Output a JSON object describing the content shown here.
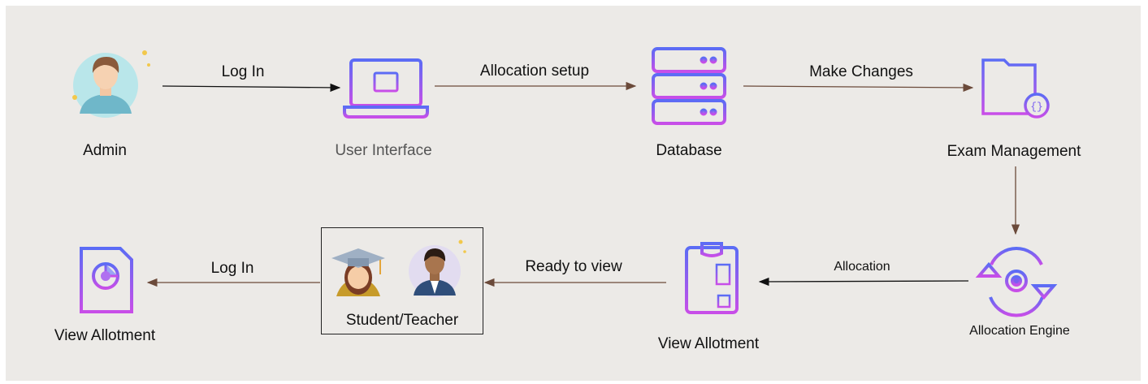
{
  "nodes": {
    "admin": "Admin",
    "user_interface": "User Interface",
    "database": "Database",
    "exam_management": "Exam Management",
    "allocation_engine": "Allocation Engine",
    "view_allotment_mid": "View Allotment",
    "student_teacher": "Student/Teacher",
    "view_allotment_left": "View Allotment"
  },
  "edges": {
    "login_top": "Log In",
    "allocation_setup": "Allocation setup",
    "make_changes": "Make Changes",
    "allocation": "Allocation",
    "ready_to_view": "Ready to view",
    "login_bottom": "Log In"
  },
  "colors": {
    "background": "#eceae7",
    "icon_gradient_start": "#5b6cf5",
    "icon_gradient_end": "#c84ee8",
    "arrow_brown": "#6b4a3a",
    "arrow_black": "#111111"
  },
  "icons": [
    "admin-avatar-icon",
    "laptop-icon",
    "server-database-icon",
    "code-window-icon",
    "cycle-engine-icon",
    "clipboard-icon",
    "graduate-icon",
    "teacher-avatar-icon",
    "report-document-icon"
  ]
}
